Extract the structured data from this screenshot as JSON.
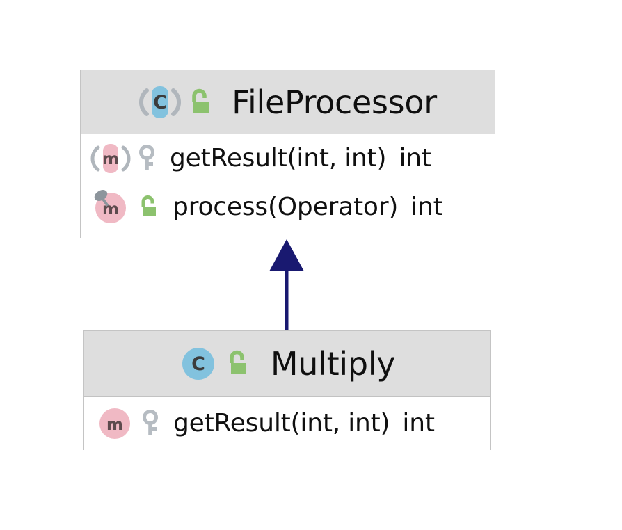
{
  "diagram": {
    "type": "uml-class-diagram",
    "background": "#ffffff",
    "colors": {
      "class_icon_blue": "#82c2de",
      "method_icon_pink": "#f0b9c4",
      "lock_green": "#8cc26e",
      "key_gray": "#b6bcc2",
      "abstract_arc_gray": "#b0b6bc",
      "override_marker_gray": "#8d959c",
      "header_fill": "#dedede",
      "box_border": "#c4c4c4",
      "body_fill": "#ffffff",
      "arrow_navy": "#191970",
      "glyph_dark": "#3c3c3c",
      "text_black": "#101010"
    },
    "classes": [
      {
        "name": "FileProcessor",
        "abstract": true,
        "visibility": "public",
        "class_icon": "abstract-class-icon",
        "visibility_icon": "open-padlock-icon",
        "members": [
          {
            "text": "getResult(int, int)",
            "return_type": "int",
            "abstract": true,
            "override": false,
            "visibility": "protected",
            "member_icon": "abstract-method-icon",
            "visibility_icon": "key-icon"
          },
          {
            "text": "process(Operator)",
            "return_type": "int",
            "abstract": false,
            "override": true,
            "visibility": "public",
            "member_icon": "method-icon",
            "visibility_icon": "open-padlock-icon"
          }
        ]
      },
      {
        "name": "Multiply",
        "abstract": false,
        "visibility": "public",
        "class_icon": "class-icon",
        "visibility_icon": "open-padlock-icon",
        "members": [
          {
            "text": "getResult(int, int)",
            "return_type": "int",
            "abstract": false,
            "override": false,
            "visibility": "protected",
            "member_icon": "method-icon",
            "visibility_icon": "key-icon"
          }
        ]
      }
    ],
    "relationships": [
      {
        "kind": "generalization",
        "label": "",
        "from": "Multiply",
        "to": "FileProcessor",
        "arrow_icon": "inheritance-arrow-icon"
      }
    ]
  }
}
